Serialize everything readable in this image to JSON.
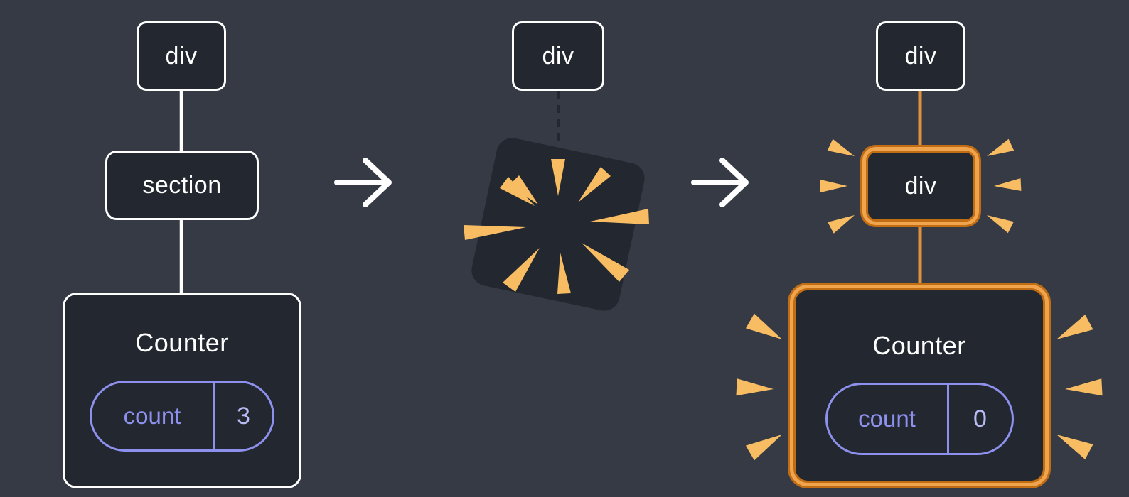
{
  "colors": {
    "bg": "#363a44",
    "node_bg": "#23272f",
    "node_border": "#ffffff",
    "text": "#ffffff",
    "purple": "#8d90ec",
    "value_text": "#b9bcf4",
    "orange_light": "#f0a44e",
    "orange_dark": "#c06d14",
    "orange_line": "#e0913b",
    "spark": "#f8bd63",
    "arrow": "#ffffff",
    "dashed_line": "#23272f"
  },
  "tree_before": {
    "root_label": "div",
    "child_label": "section",
    "component": {
      "name": "Counter",
      "state_key": "count",
      "state_value": "3"
    }
  },
  "tree_during": {
    "root_label": "div"
  },
  "tree_after": {
    "root_label": "div",
    "child_label": "div",
    "component": {
      "name": "Counter",
      "state_key": "count",
      "state_value": "0"
    }
  }
}
